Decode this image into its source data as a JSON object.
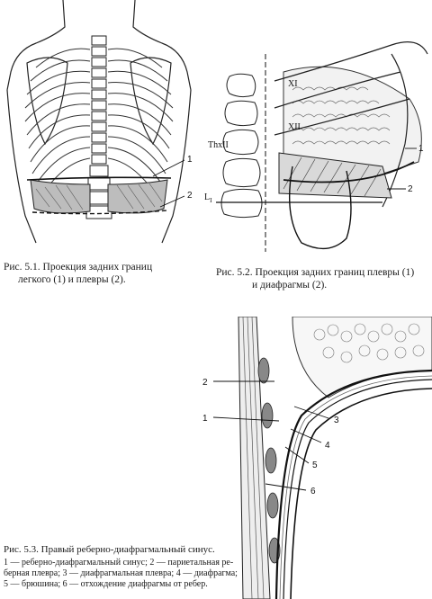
{
  "fig1": {
    "labels": [
      "1",
      "2"
    ],
    "caption_line1": "Рис. 5.1. Проекция задних границ",
    "caption_line2": "легкого (1) и плевры (2)."
  },
  "fig2": {
    "labels": {
      "xi": "XI",
      "xii": "XII",
      "thx": "ThxII",
      "l1": "L",
      "l1_sub": "I",
      "one": "1",
      "two": "2"
    },
    "caption_line1": "Рис. 5.2. Проекция задних границ плевры (1)",
    "caption_line2": "и диафрагмы (2)."
  },
  "fig3": {
    "labels": [
      "2",
      "1",
      "3",
      "4",
      "5",
      "6"
    ],
    "caption_title": "Рис. 5.3. Правый реберно-диафрагмальный синус.",
    "legend_lines": [
      "1 — реберно-диафрагмальный синус; 2 — париетальная ре-",
      "берная плевра; 3 — диафрагмальная плевра; 4 — диафрагма;",
      "5 — брюшина; 6 — отхождение диафрагмы от ребер."
    ]
  }
}
